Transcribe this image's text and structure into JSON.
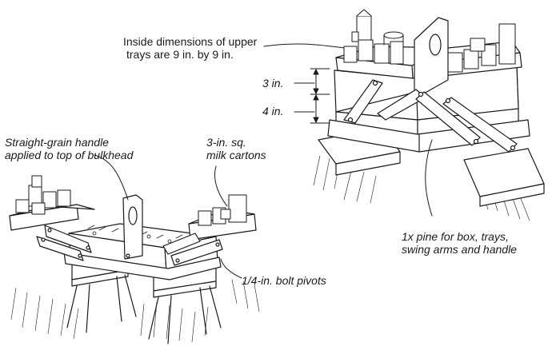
{
  "callouts": {
    "inside_dimensions": [
      "Inside dimensions of upper",
      "trays are 9 in. by 9 in."
    ],
    "dim_upper": "3 in.",
    "dim_lower": "4 in.",
    "handle": [
      "Straight-grain handle",
      "applied to top of bulkhead"
    ],
    "cartons": [
      "3-in. sq.",
      "milk cartons"
    ],
    "pine": [
      "1x pine for box, trays,",
      "swing arms and handle"
    ],
    "pivots": "1/4-in. bolt pivots"
  },
  "colors": {
    "ink": "#1a1a1a",
    "paper": "#ffffff"
  }
}
